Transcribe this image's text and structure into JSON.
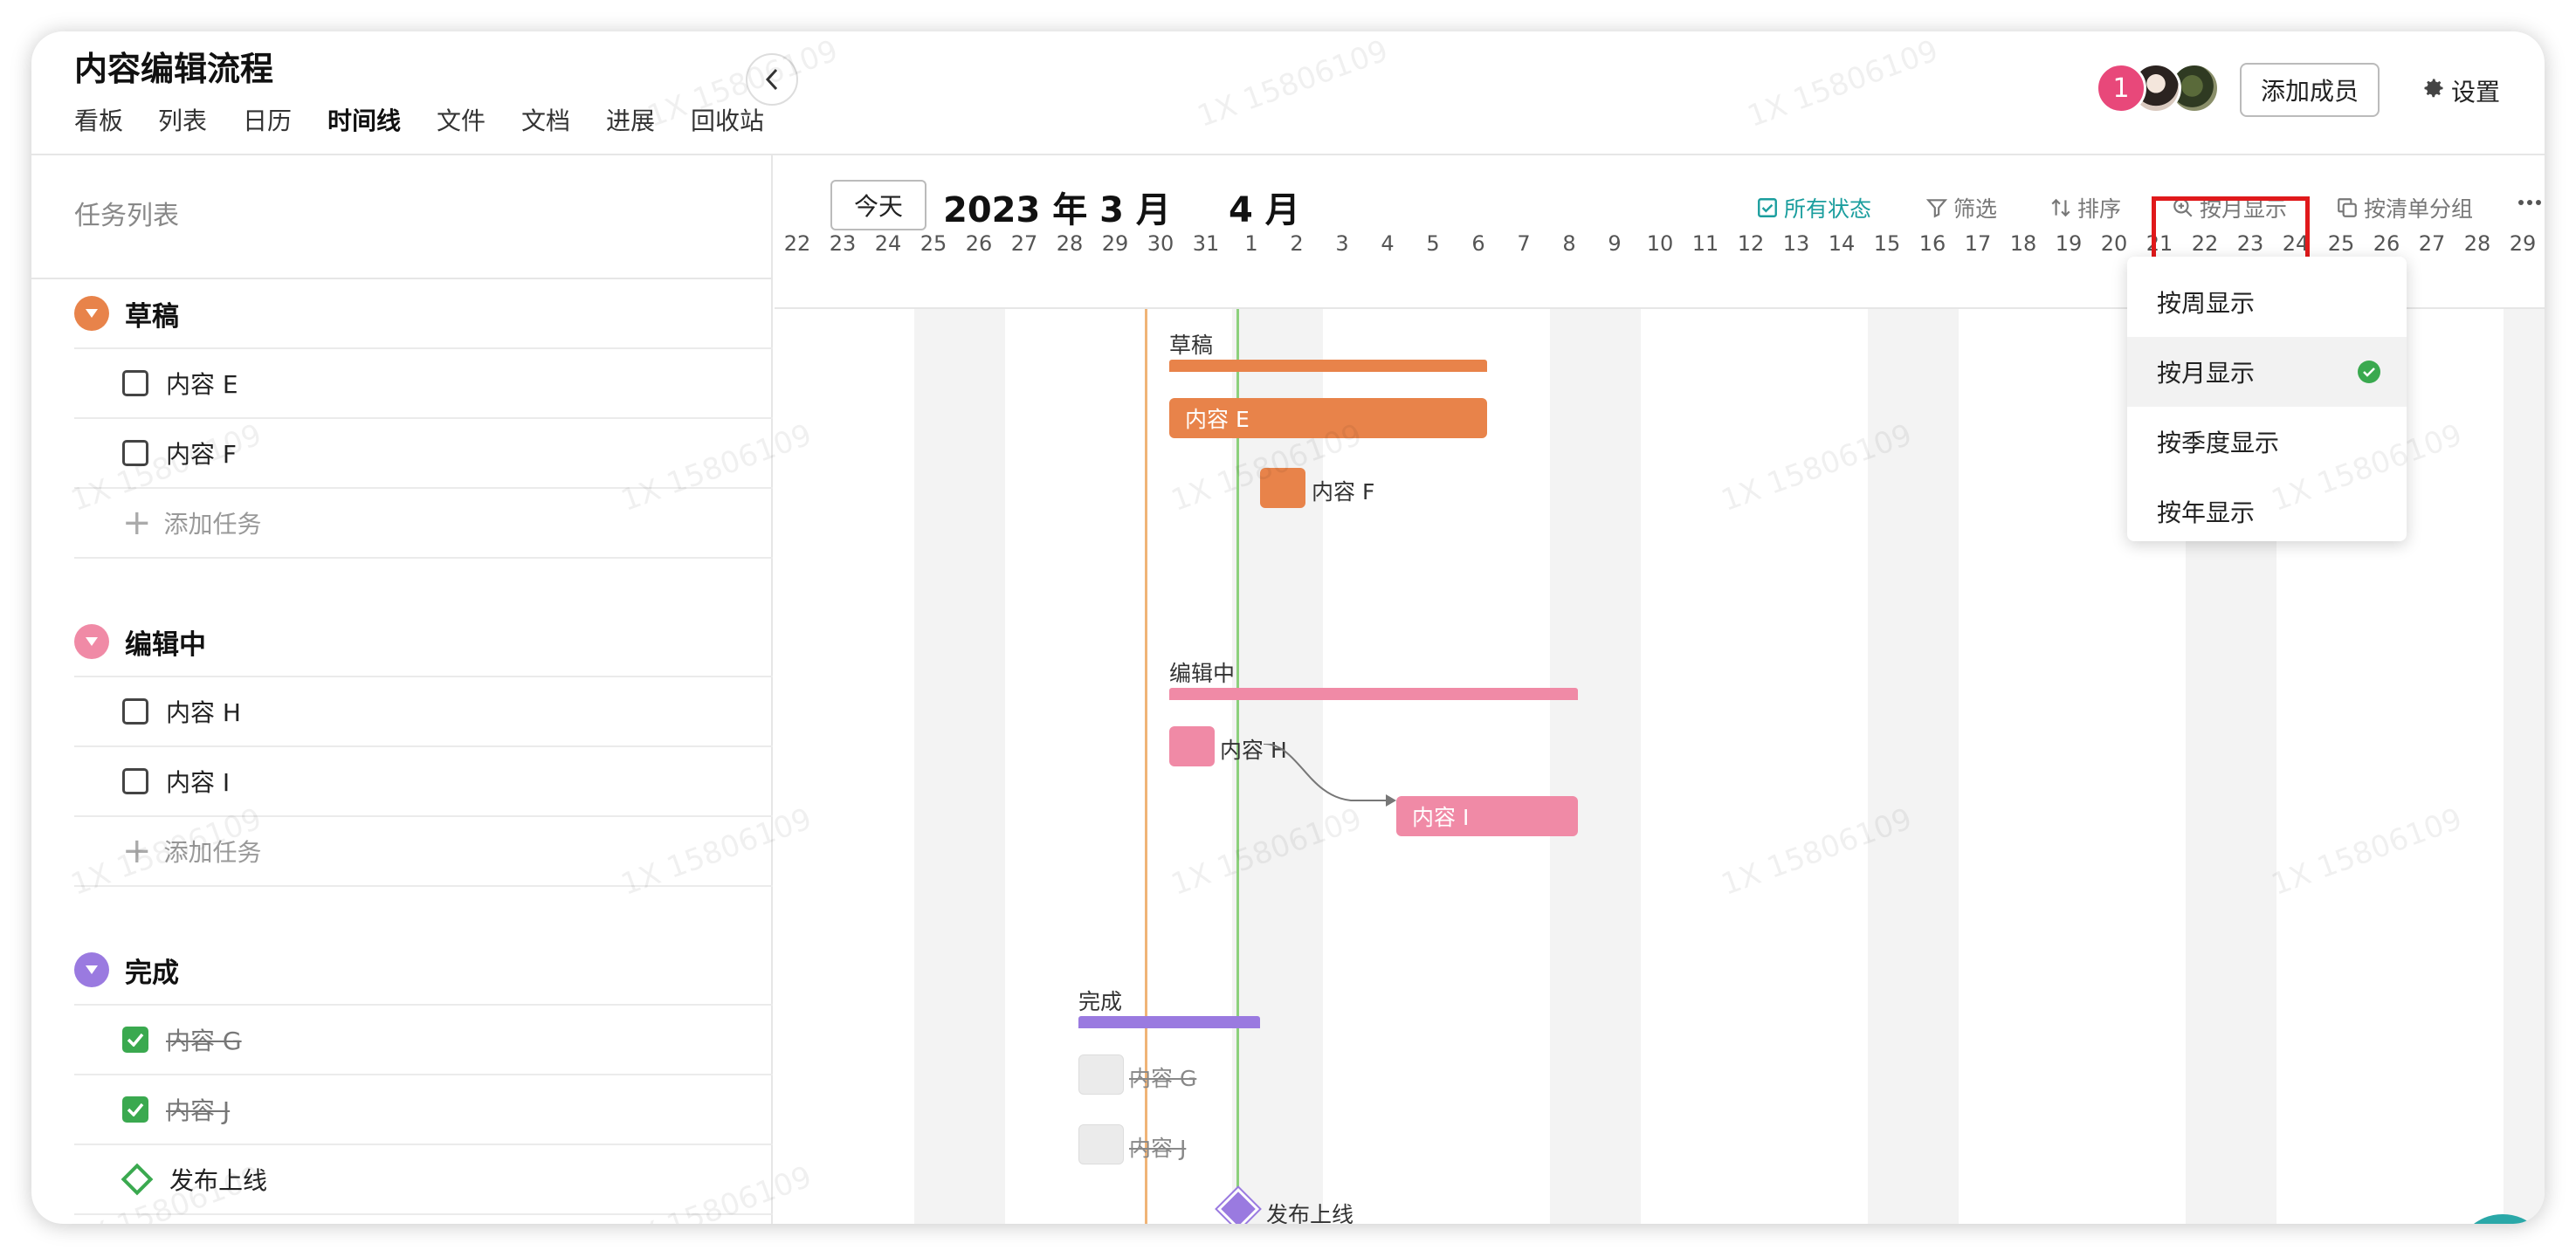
{
  "header": {
    "title": "内容编辑流程",
    "nav_tabs": [
      {
        "label": "看板"
      },
      {
        "label": "列表"
      },
      {
        "label": "日历"
      },
      {
        "label": "时间线",
        "active": true
      },
      {
        "label": "文件"
      },
      {
        "label": "文档"
      },
      {
        "label": "进展"
      },
      {
        "label": "回收站"
      }
    ],
    "member_count": "1",
    "add_member_label": "添加成员",
    "settings_label": "设置"
  },
  "task_panel": {
    "title": "任务列表",
    "groups": [
      {
        "name": "草稿",
        "color": "#e8834a",
        "tasks": [
          "内容 E",
          "内容 F"
        ],
        "add_label": "添加任务"
      },
      {
        "name": "编辑中",
        "color": "#f08aa6",
        "tasks": [
          "内容 H",
          "内容 I"
        ],
        "add_label": "添加任务"
      },
      {
        "name": "完成",
        "color": "#9a7ae0",
        "tasks": [
          "内容 G",
          "内容 J"
        ],
        "milestone": "发布上线"
      }
    ]
  },
  "toolbar": {
    "today_label": "今天",
    "month_mar": "2023 年 3 月",
    "month_apr": "4 月",
    "status_filter": "所有状态",
    "filter": "筛选",
    "sort": "排序",
    "month_view": "按月显示",
    "group_by": "按清单分组"
  },
  "timeline": {
    "days": [
      "22",
      "23",
      "24",
      "25",
      "26",
      "27",
      "28",
      "29",
      "30",
      "31",
      "1",
      "2",
      "3",
      "4",
      "5",
      "6",
      "7",
      "8",
      "9",
      "10",
      "11",
      "12",
      "13",
      "14",
      "15",
      "16",
      "17",
      "18",
      "19",
      "20",
      "21",
      "22",
      "23",
      "24",
      "25",
      "26",
      "27",
      "28",
      "29"
    ],
    "groups": [
      {
        "label": "草稿",
        "color": "#e8834a"
      },
      {
        "label": "编辑中",
        "color": "#f08aa6"
      },
      {
        "label": "完成",
        "color": "#9a7ae0"
      }
    ],
    "tasks": {
      "e": "内容 E",
      "f": "内容 F",
      "h": "内容 H",
      "i": "内容 I",
      "g": "内容 G",
      "j": "内容 J",
      "milestone": "发布上线"
    }
  },
  "dropdown": {
    "items": [
      {
        "label": "按周显示"
      },
      {
        "label": "按月显示",
        "selected": true
      },
      {
        "label": "按季度显示"
      },
      {
        "label": "按年显示"
      }
    ]
  },
  "watermark": "1X 15806109"
}
